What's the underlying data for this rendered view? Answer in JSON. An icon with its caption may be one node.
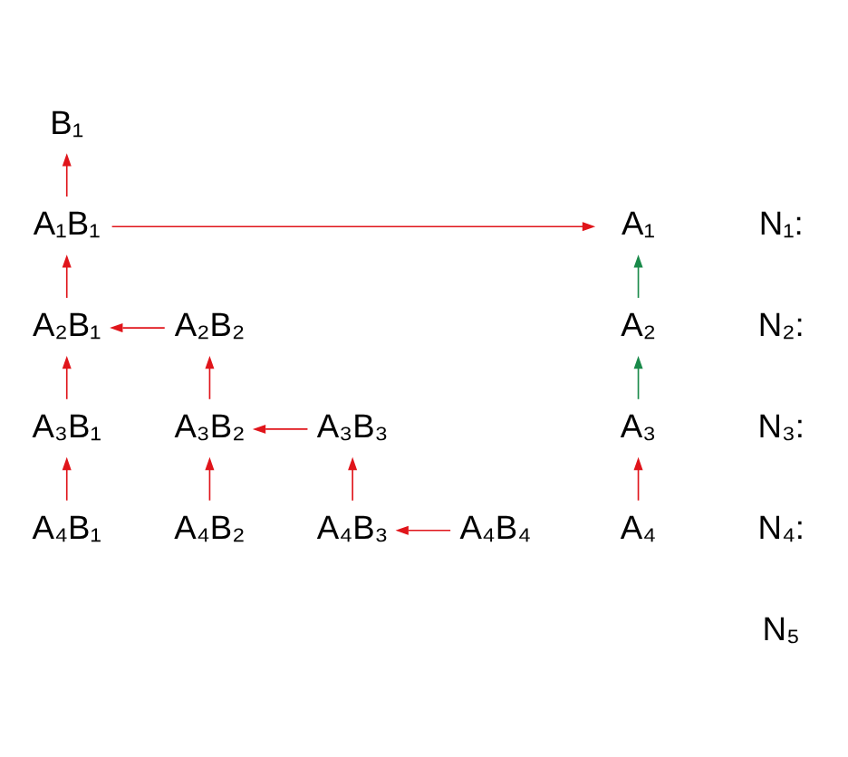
{
  "diagram": {
    "nodes": [
      {
        "text": [
          "B₁"
        ]
      },
      {
        "text": [
          "A₁"
        ]
      },
      {
        "text": [
          "A₁B₁"
        ]
      },
      {
        "text": [
          "A₂"
        ]
      },
      {
        "text": [
          "A₂B₁"
        ]
      },
      {
        "text": [
          "A₂B₂"
        ]
      },
      {
        "text": [
          "A₃"
        ]
      },
      {
        "text": [
          "A₃B₁"
        ]
      },
      {
        "text": [
          "A₃B₂"
        ]
      },
      {
        "text": [
          "A₃B₃"
        ]
      },
      {
        "text": [
          "A₄"
        ]
      },
      {
        "text": [
          "A₄B₁"
        ]
      },
      {
        "text": [
          "A₄B₂"
        ]
      },
      {
        "text": [
          "A₄B₃"
        ]
      },
      {
        "text": [
          "A₄B₄"
        ]
      }
    ],
    "edges": [
      {
        "from": 2,
        "to": 0,
        "arrow": "to"
      },
      {
        "from": 2,
        "to": 1,
        "arrow": "to"
      },
      {
        "from": 3,
        "to": 1,
        "arrow": "to",
        "color": "#1a8a4a"
      },
      {
        "from": 4,
        "to": 2,
        "arrow": "to"
      },
      {
        "from": 5,
        "to": 4,
        "arrow": "to"
      },
      {
        "from": 6,
        "to": 3,
        "arrow": "to",
        "color": "#1a8a4a"
      },
      {
        "from": 7,
        "to": 4,
        "arrow": "to"
      },
      {
        "from": 8,
        "to": 5,
        "arrow": "to"
      },
      {
        "from": 9,
        "to": 8,
        "arrow": "to"
      },
      {
        "from": 10,
        "to": 6,
        "arrow": "to"
      },
      {
        "from": 11,
        "to": 7,
        "arrow": "to"
      },
      {
        "from": 12,
        "to": 8,
        "arrow": "to"
      },
      {
        "from": 13,
        "to": 9,
        "arrow": "to"
      },
      {
        "from": 14,
        "to": 13,
        "arrow": "to"
      }
    ],
    "labels": [
      "N₁:",
      "N₂:",
      "N₃:",
      "N₄:",
      "N₅"
    ]
  }
}
